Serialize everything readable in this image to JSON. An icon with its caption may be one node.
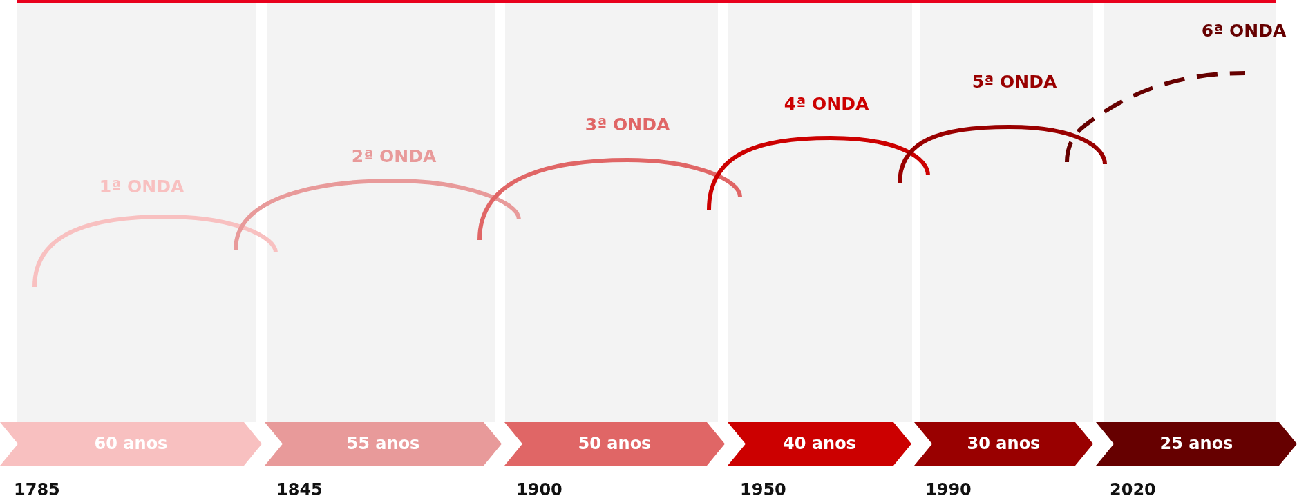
{
  "diagram": {
    "nodes": [
      {
        "text": [
          "1ª ONDA"
        ]
      },
      {
        "text": [
          "2ª ONDA"
        ]
      },
      {
        "text": [
          "3ª ONDA"
        ]
      },
      {
        "text": [
          "4ª ONDA"
        ]
      },
      {
        "text": [
          "5ª ONDA"
        ]
      },
      {
        "text": [
          "6ª ONDA"
        ]
      },
      {
        "text": [
          "60 anos"
        ]
      },
      {
        "text": [
          "55 anos"
        ]
      },
      {
        "text": [
          "50 anos"
        ]
      },
      {
        "text": [
          "40 anos"
        ]
      },
      {
        "text": [
          "30 anos"
        ]
      },
      {
        "text": [
          "25 anos"
        ]
      }
    ],
    "labels": [
      "1785",
      "1845",
      "1900",
      "1950",
      "1990",
      "2020"
    ]
  }
}
